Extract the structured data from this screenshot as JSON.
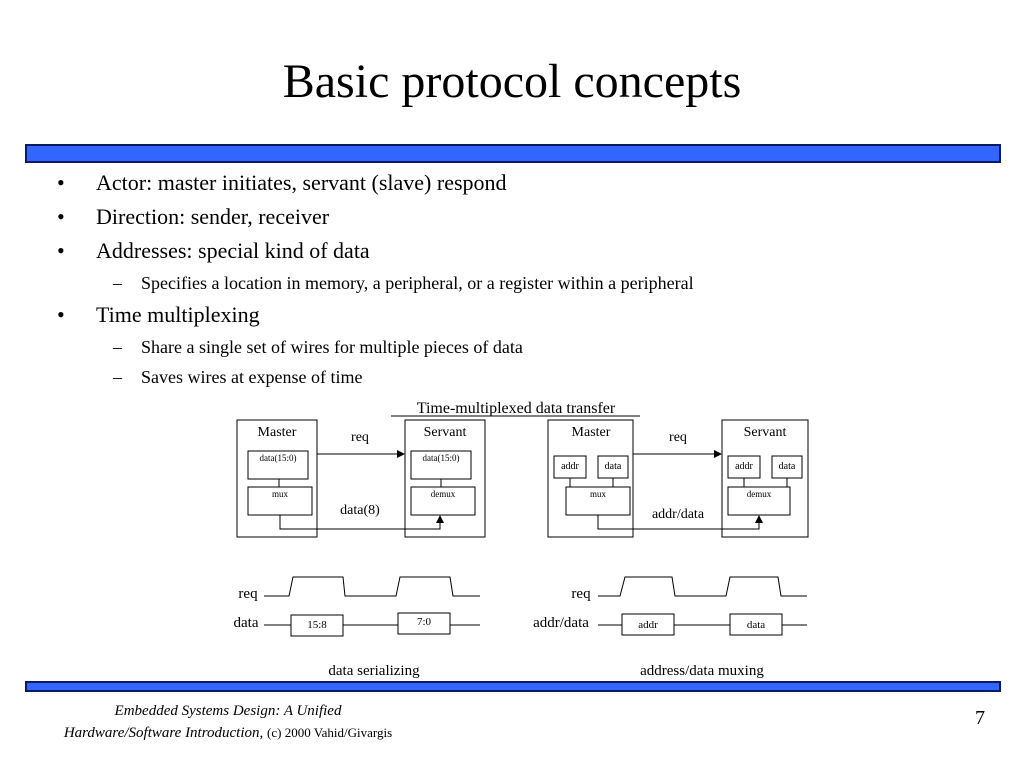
{
  "slide": {
    "title": "Basic protocol concepts",
    "page_number": "7"
  },
  "bullets": [
    {
      "level": 1,
      "mark": "•",
      "text": "Actor: master initiates, servant (slave) respond"
    },
    {
      "level": 1,
      "mark": "•",
      "text": "Direction: sender, receiver"
    },
    {
      "level": 1,
      "mark": "•",
      "text": "Addresses: special kind of data"
    },
    {
      "level": 2,
      "mark": "–",
      "text": "Specifies a location in memory, a peripheral, or a register within a peripheral"
    },
    {
      "level": 1,
      "mark": "•",
      "text": "Time multiplexing"
    },
    {
      "level": 2,
      "mark": "–",
      "text": "Share a single set of wires for multiple pieces of data"
    },
    {
      "level": 2,
      "mark": "–",
      "text": "Saves wires at expense of time"
    }
  ],
  "diagram": {
    "caption": "Time-multiplexed data transfer",
    "left": {
      "master": "Master",
      "servant": "Servant",
      "master_reg": "data(15:0)",
      "servant_reg": "data(15:0)",
      "mux": "mux",
      "demux": "demux",
      "req": "req",
      "bus": "data(8)"
    },
    "right": {
      "master": "Master",
      "servant": "Servant",
      "m_addr": "addr",
      "m_data": "data",
      "s_addr": "addr",
      "s_data": "data",
      "mux": "mux",
      "demux": "demux",
      "req": "req",
      "bus": "addr/data"
    },
    "timing_left": {
      "req_label": "req",
      "data_label": "data",
      "first": "15:8",
      "second": "7:0",
      "caption": "data serializing"
    },
    "timing_right": {
      "req_label": "req",
      "data_label": "addr/data",
      "first": "addr",
      "second": "data",
      "caption": "address/data muxing"
    }
  },
  "footer": {
    "line1": "Embedded Systems Design: A Unified",
    "line2": "Hardware/Software Introduction,",
    "credit": "(c) 2000 Vahid/Givargis"
  }
}
